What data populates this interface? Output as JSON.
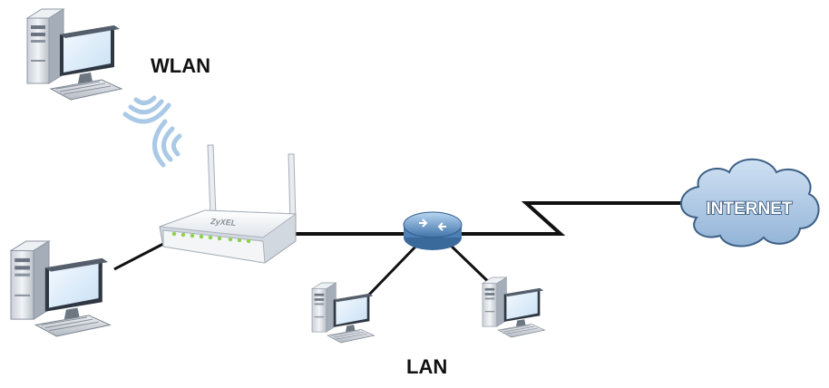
{
  "labels": {
    "wlan": "WLAN",
    "lan": "LAN",
    "internet": "INTERNET",
    "router_brand": "ZyXEL"
  },
  "colors": {
    "cable": "#111111",
    "cloud_fill": "#a9c6e3",
    "cloud_stroke": "#3c5f85",
    "wifi_waves": "#a9c9e6",
    "led_green": "#8ed04b",
    "hub_blue": "#5f93c7",
    "computer_body": "#dde2e8",
    "screen_blue": "#d9ecfb"
  },
  "icons": {
    "wireless_pc": "desktop-computer-icon",
    "wired_pc": "desktop-computer-icon",
    "router": "wireless-router-icon",
    "hub": "network-hub-icon",
    "cloud": "internet-cloud-icon",
    "waves": "wifi-signal-icon"
  }
}
